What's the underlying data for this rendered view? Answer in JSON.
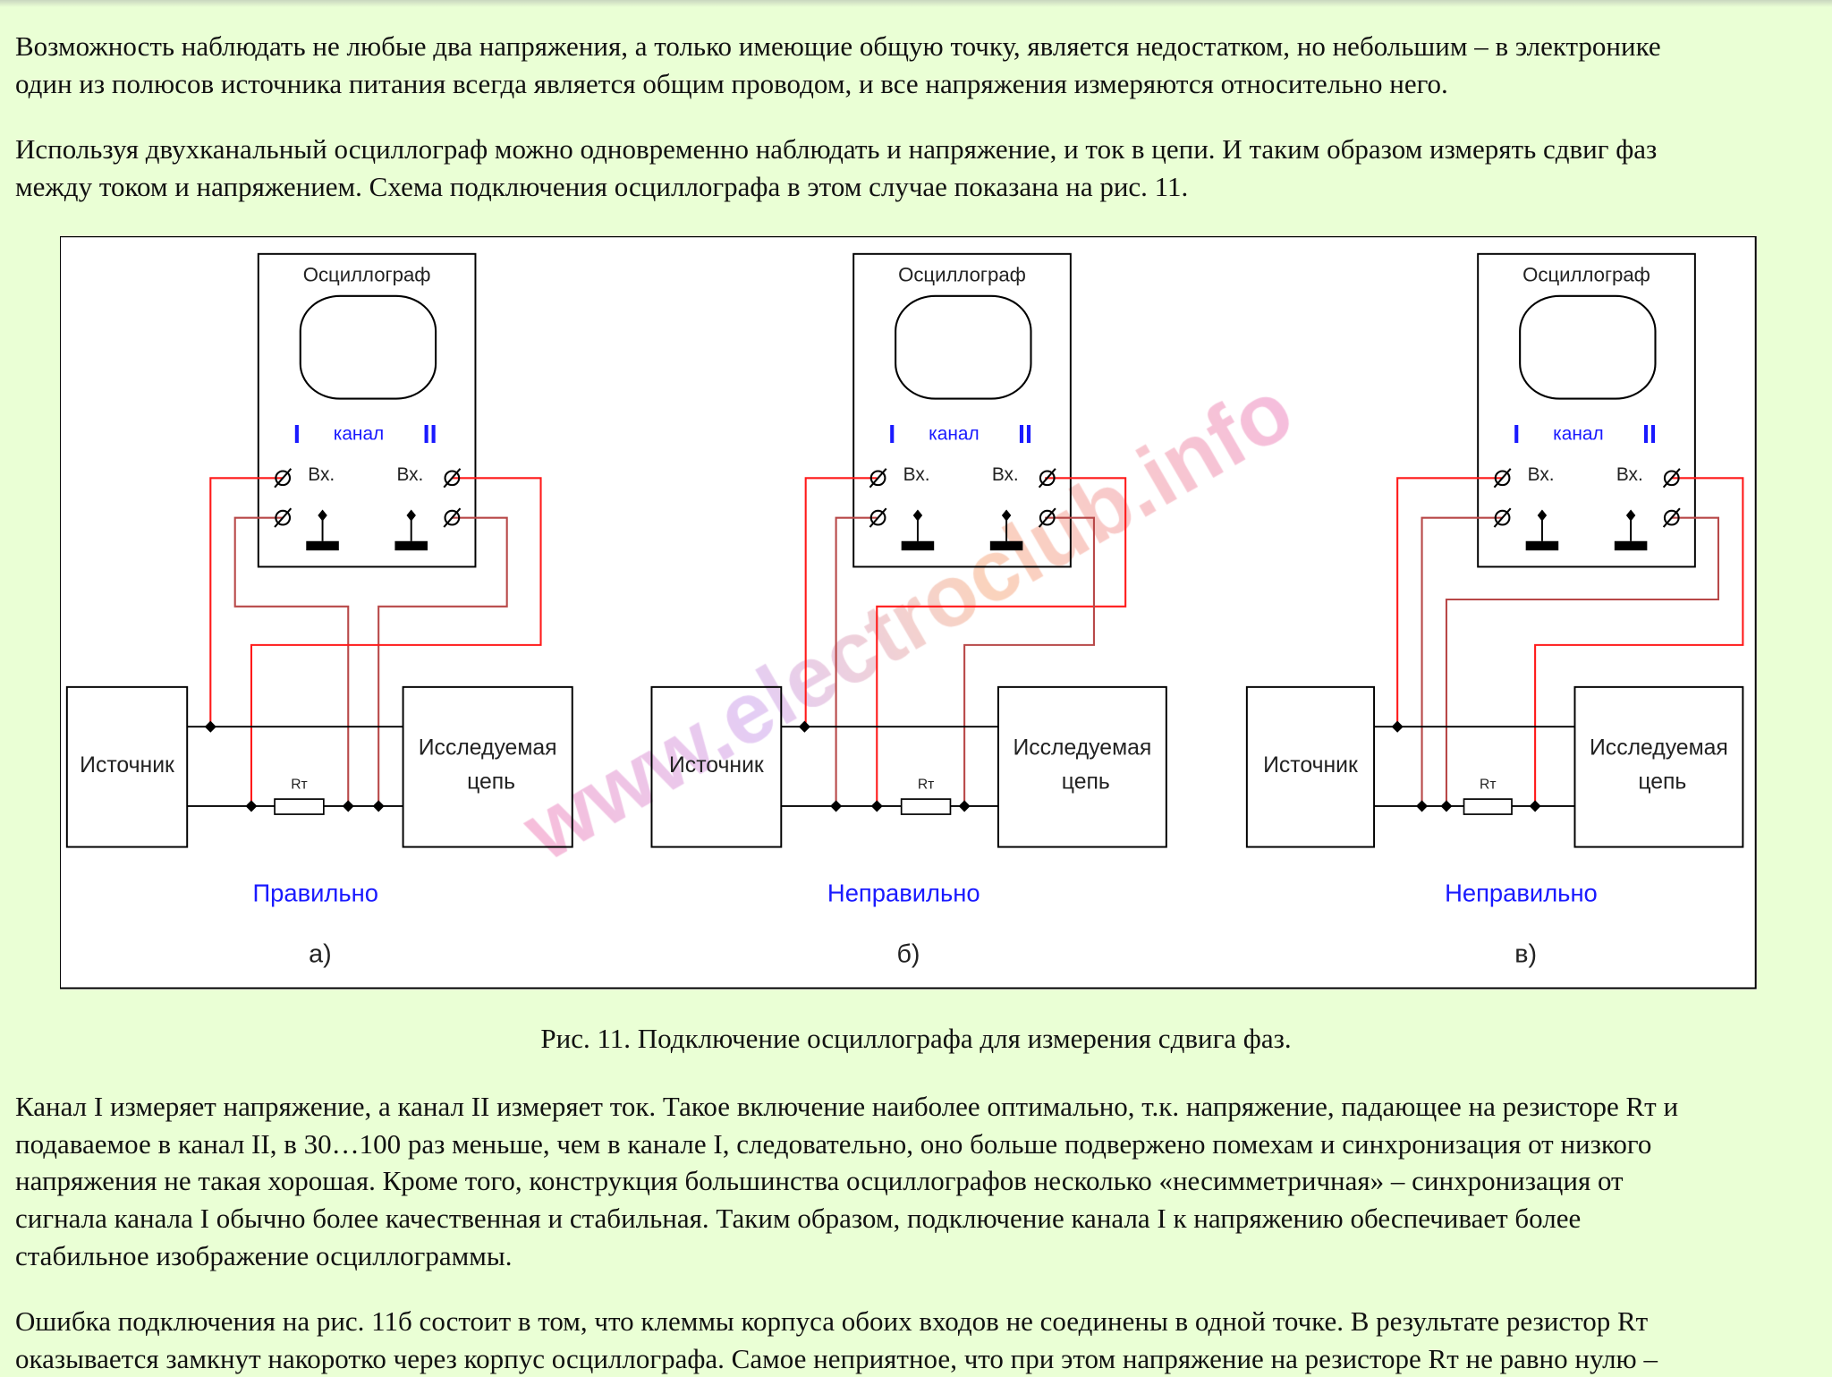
{
  "paragraphs": [
    {
      "lines": [
        "Возможность наблюдать не любые два напряжения, а только имеющие общую точку, является недостатком, но небольшим – в электронике",
        "один из полюсов источника питания всегда является общим проводом, и все напряжения измеряются относительно него."
      ]
    },
    {
      "lines": [
        "Используя двухканальный осциллограф можно одновременно наблюдать и напряжение, и ток в цепи. И таким образом измерять сдвиг фаз",
        "между током и напряжением. Схема подключения осциллографа в этом случае показана на рис. 11."
      ]
    },
    {
      "lines": [
        "Канал I измеряет напряжение, а канал II измеряет ток. Такое включение наиболее оптимально, т.к. напряжение, падающее на резисторе Rт и",
        "подаваемое в канал II, в 30…100 раз меньше, чем в канале I, следовательно, оно больше подвержено помехам и синхронизация от низкого",
        "напряжения не такая хорошая. Кроме того, конструкция большинства осциллографов несколько «несимметричная» – синхронизация от",
        "сигнала канала I обычно более качественная и стабильная. Таким образом, подключение канала I к напряжению обеспечивает более",
        "стабильное изображение осциллограммы."
      ]
    },
    {
      "lines": [
        "Ошибка подключения на рис. 11б состоит в том, что клеммы корпуса обоих входов не соединены в одной точке. В результате резистор Rт",
        "оказывается замкнут накоротко через корпус осциллографа. Самое неприятное, что при этом напряжение на резисторе Rт не равно нулю –"
      ]
    }
  ],
  "caption": "Рис. 11. Подключение осциллографа для измерения сдвига фаз.",
  "figure": {
    "oscilloscope_label": "Осциллограф",
    "channel_label": "канал",
    "channel_1": "I",
    "channel_2": "II",
    "input_label": "Вх.",
    "source_label": "Источник",
    "circuit_label_1": "Исследуемая",
    "circuit_label_2": "цепь",
    "resistor_label": "Rт",
    "panels": [
      {
        "verdict": "Правильно",
        "letter": "а)"
      },
      {
        "verdict": "Неправильно",
        "letter": "б)"
      },
      {
        "verdict": "Неправильно",
        "letter": "в)"
      }
    ],
    "watermark": "www.electroclub.info",
    "colors": {
      "signal_wire": "#ff1a1a",
      "ground_wire": "#b84848",
      "label_blue": "#1a1aff"
    }
  }
}
